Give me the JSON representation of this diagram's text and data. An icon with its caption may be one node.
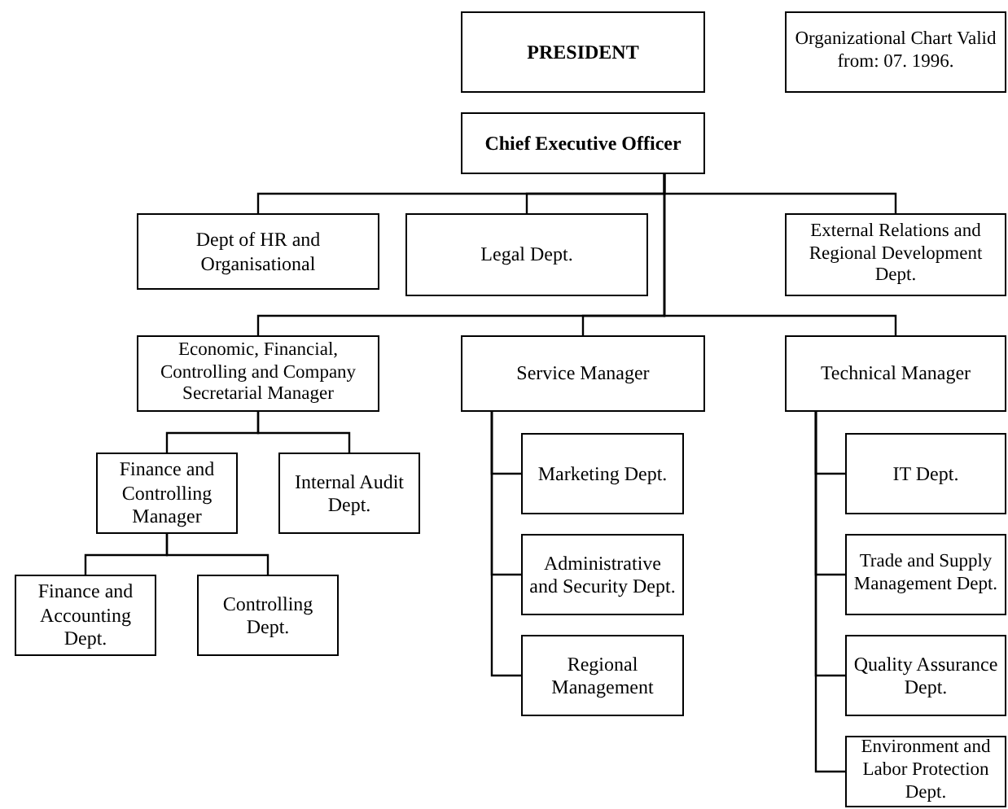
{
  "diagram": {
    "nodes": [
      {
        "text": [
          "PRESIDENT"
        ]
      },
      {
        "text": [
          "Organizational Chart Valid from: 07. 1996."
        ]
      },
      {
        "text": [
          "Chief Executive Officer"
        ]
      },
      {
        "text": [
          "Dept of HR and Organisational"
        ]
      },
      {
        "text": [
          "Legal Dept."
        ]
      },
      {
        "text": [
          "External Relations and Regional Development Dept."
        ]
      },
      {
        "text": [
          "Economic, Financial, Controlling and Company Secretarial Manager"
        ]
      },
      {
        "text": [
          "Service Manager"
        ]
      },
      {
        "text": [
          "Technical Manager"
        ]
      },
      {
        "text": [
          "Finance and Controlling Manager"
        ]
      },
      {
        "text": [
          "Internal Audit Dept."
        ]
      },
      {
        "text": [
          "Finance and Accounting Dept."
        ]
      },
      {
        "text": [
          "Controlling Dept."
        ]
      },
      {
        "text": [
          "Marketing Dept."
        ]
      },
      {
        "text": [
          "Administrative and Security Dept."
        ]
      },
      {
        "text": [
          "Regional Management"
        ]
      },
      {
        "text": [
          "IT Dept."
        ]
      },
      {
        "text": [
          "Trade and Supply Management Dept."
        ]
      },
      {
        "text": [
          "Quality Assurance Dept."
        ]
      },
      {
        "text": [
          "Environment and Labor Protection Dept."
        ]
      }
    ],
    "edges": [
      {
        "from": 2,
        "to": 3,
        "arrow": "none"
      },
      {
        "from": 2,
        "to": 4,
        "arrow": "none"
      },
      {
        "from": 2,
        "to": 5,
        "arrow": "none"
      },
      {
        "from": 2,
        "to": 6,
        "arrow": "none"
      },
      {
        "from": 2,
        "to": 7,
        "arrow": "none"
      },
      {
        "from": 2,
        "to": 8,
        "arrow": "none"
      },
      {
        "from": 6,
        "to": 9,
        "arrow": "none"
      },
      {
        "from": 6,
        "to": 10,
        "arrow": "none"
      },
      {
        "from": 9,
        "to": 11,
        "arrow": "none"
      },
      {
        "from": 9,
        "to": 12,
        "arrow": "none"
      },
      {
        "from": 7,
        "to": 13,
        "arrow": "none"
      },
      {
        "from": 7,
        "to": 14,
        "arrow": "none"
      },
      {
        "from": 7,
        "to": 15,
        "arrow": "none"
      },
      {
        "from": 8,
        "to": 16,
        "arrow": "none"
      },
      {
        "from": 8,
        "to": 17,
        "arrow": "none"
      },
      {
        "from": 8,
        "to": 18,
        "arrow": "none"
      },
      {
        "from": 8,
        "to": 19,
        "arrow": "none"
      }
    ]
  }
}
